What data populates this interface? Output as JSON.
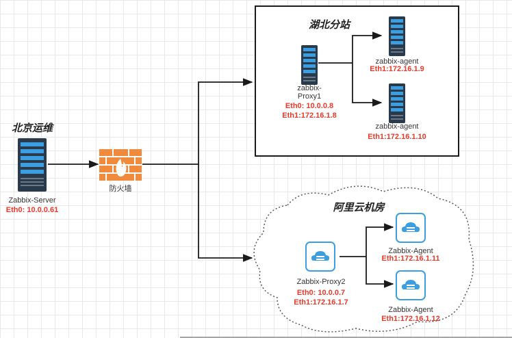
{
  "colors": {
    "server_dark": "#2b3a4a",
    "accent_blue": "#3b9ee0",
    "firewall_orange": "#f08a3c",
    "ip_red": "#e8382a",
    "line": "#1a1a1a"
  },
  "beijing": {
    "title": "北京运维",
    "server_label": "Zabbix-Server",
    "server_ip": "Eth0: 10.0.0.61",
    "icon": "server-icon"
  },
  "firewall": {
    "label": "防火墙",
    "icon": "firewall-icon"
  },
  "hubei": {
    "title": "湖北分站",
    "proxy": {
      "label_line1": "zabbix-",
      "label_line2": "Proxy1",
      "ip0": "Eth0: 10.0.0.8",
      "ip1": "Eth1:172.16.1.8",
      "icon": "server-icon"
    },
    "agents": [
      {
        "label": "zabbix-agent",
        "ip": "Eth1:172.16.1.9",
        "icon": "server-icon"
      },
      {
        "label": "zabbix-agent",
        "ip": "Eth1:172.16.1.10",
        "icon": "server-icon"
      }
    ]
  },
  "aliyun": {
    "title": "阿里云机房",
    "proxy": {
      "label": "Zabbix-Proxy2",
      "ip0": "Eth0: 10.0.0.7",
      "ip1": "Eth1:172.16.1.7",
      "icon": "cloud-server-icon"
    },
    "agents": [
      {
        "label": "Zabbix-Agent",
        "ip": "Eth1:172.16.1.11",
        "icon": "cloud-server-icon"
      },
      {
        "label": "Zabbix-Agent",
        "ip": "Eth1:172.16.1.12",
        "icon": "cloud-server-icon"
      }
    ]
  }
}
